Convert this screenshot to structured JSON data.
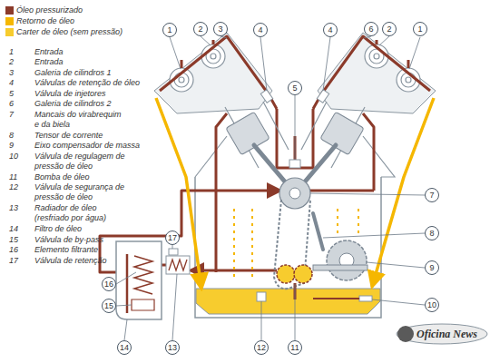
{
  "diagram": {
    "labels": [
      "1",
      "Entrada",
      "2",
      "Entrada",
      "3",
      "Galeria de cilindros 1",
      "4",
      "Válvulas de retenção de óleo",
      "5",
      "Válvula de injetores",
      "6",
      "Galeria de cilindros 2",
      "7",
      "Mancais do virabrequim e da biela",
      "8",
      "Tensor de corrente",
      "9",
      "Eixo compensador de massa",
      "10",
      "Válvula de regulagem de pressão de óleo",
      "11",
      "Bomba de óleo",
      "12",
      "Válvula de segurança de pressão de óleo",
      "13",
      "Radiador de óleo (resfriado por água)",
      "14",
      "Filtro de óleo",
      "15",
      "Válvula de by-pass",
      "16",
      "Elemento filtrante",
      "17",
      "Válvula de retenção",
      "1",
      "2",
      "3",
      "4",
      "5",
      "4",
      "6",
      "2",
      "1",
      "7",
      "8",
      "9",
      "10",
      "11",
      "12",
      "13",
      "14",
      "15",
      "16",
      "17",
      "Oficina News"
    ],
    "legend": [
      {
        "text": "Óleo pressurizado",
        "color": "#8b3a2a"
      },
      {
        "text": "Retorno de óleo",
        "color": "#f5b700"
      },
      {
        "text": "Carter de óleo (sem pressão)",
        "color": "#f7cc2e"
      }
    ]
  }
}
